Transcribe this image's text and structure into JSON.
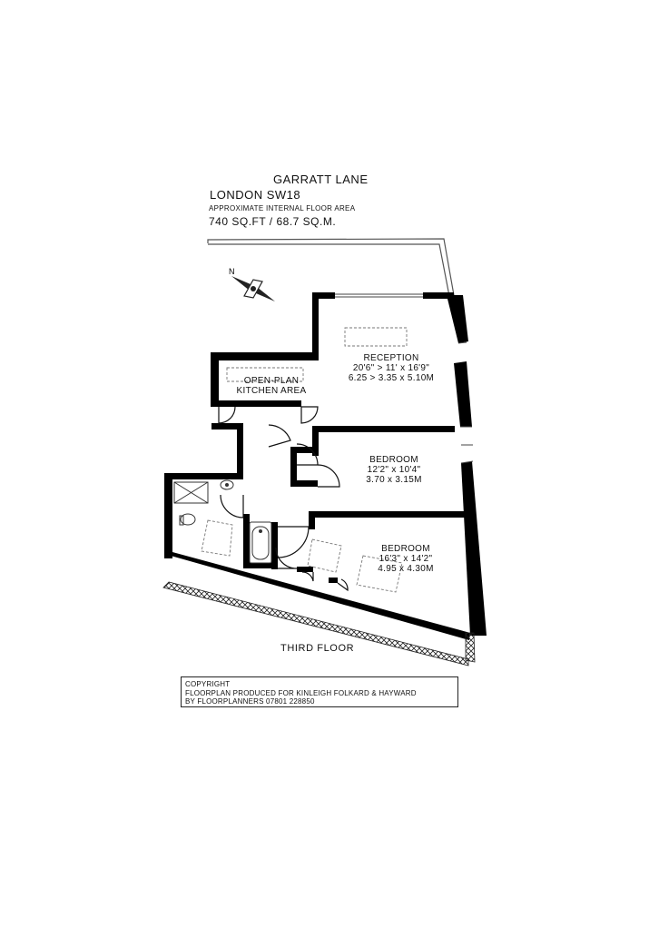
{
  "header": {
    "street": "GARRATT LANE",
    "city": "LONDON SW18",
    "area_label": "APPROXIMATE INTERNAL FLOOR AREA",
    "area_value": "740 SQ.FT / 68.7 SQ.M."
  },
  "rooms": {
    "reception": {
      "name": "RECEPTION",
      "imperial": "20'6\" > 11' x 16'9\"",
      "metric": "6.25 > 3.35 x 5.10M"
    },
    "kitchen": {
      "line1": "OPEN-PLAN",
      "line2": "KITCHEN AREA"
    },
    "bedroom_1": {
      "name": "BEDROOM",
      "imperial": "12'2\" x 10'4\"",
      "metric": "3.70 x 3.15M"
    },
    "bedroom_2": {
      "name": "BEDROOM",
      "imperial": "16'3\" x 14'2\"",
      "metric": "4.95 x 4.30M"
    }
  },
  "floor_label": "THIRD FLOOR",
  "copyright": {
    "line1": "COPYRIGHT",
    "line2": "FLOORPLAN PRODUCED FOR KINLEIGH FOLKARD & HAYWARD",
    "line3": "BY FLOORPLANNERS 07801 228850"
  },
  "compass": {
    "letter": "N"
  },
  "colors": {
    "wall": "#000000",
    "thin_line": "#444444",
    "dashed_fixture": "#777777",
    "background": "#ffffff"
  }
}
